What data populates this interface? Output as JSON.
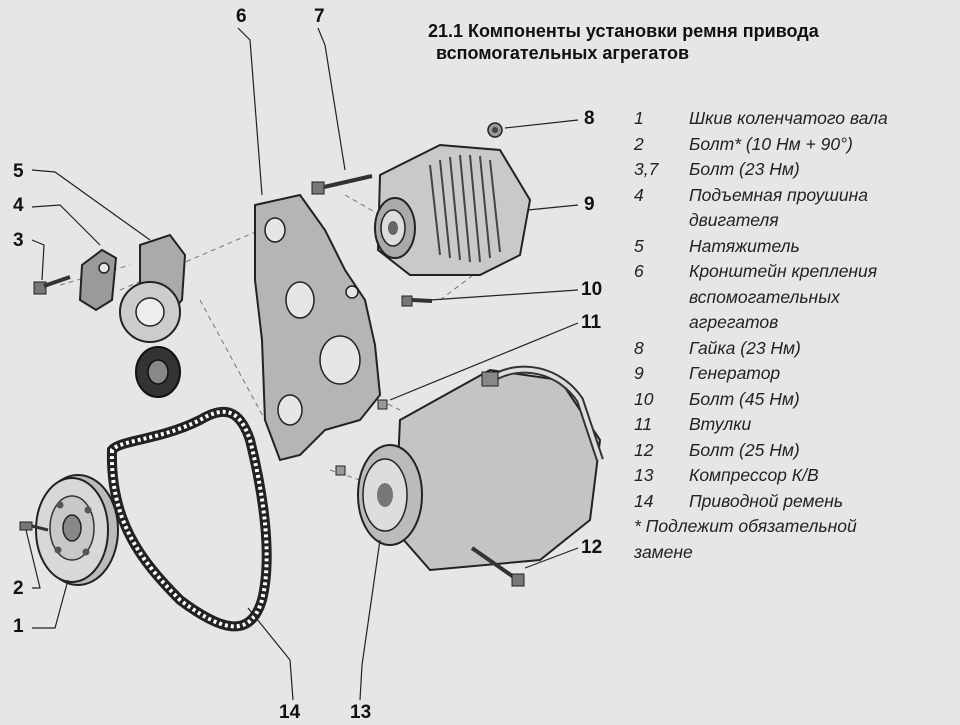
{
  "title": {
    "line1": "21.1 Компоненты установки ремня привода",
    "line2": "вспомогательных агрегатов"
  },
  "legend": [
    {
      "num": "1",
      "lines": [
        "Шкив коленчатого вала"
      ]
    },
    {
      "num": "2",
      "lines": [
        "Болт* (10 Нм + 90°)"
      ]
    },
    {
      "num": "3,7",
      "lines": [
        "Болт (23 Нм)"
      ]
    },
    {
      "num": "4",
      "lines": [
        "Подъемная проушина",
        "двигателя"
      ]
    },
    {
      "num": "5",
      "lines": [
        "Натяжитель"
      ]
    },
    {
      "num": "6",
      "lines": [
        "Кронштейн крепления",
        "вспомогательных",
        "агрегатов"
      ]
    },
    {
      "num": "8",
      "lines": [
        "Гайка (23 Нм)"
      ]
    },
    {
      "num": "9",
      "lines": [
        "Генератор"
      ]
    },
    {
      "num": "10",
      "lines": [
        "Болт (45 Нм)"
      ]
    },
    {
      "num": "11",
      "lines": [
        "Втулки"
      ]
    },
    {
      "num": "12",
      "lines": [
        "Болт (25 Нм)"
      ]
    },
    {
      "num": "13",
      "lines": [
        "Компрессор К/В"
      ]
    },
    {
      "num": "14",
      "lines": [
        "Приводной ремень"
      ]
    }
  ],
  "note": {
    "line1": "* Подлежит обязательной",
    "line2": "замене"
  },
  "callouts": {
    "c1": "1",
    "c2": "2",
    "c3": "3",
    "c4": "4",
    "c5": "5",
    "c6": "6",
    "c7": "7",
    "c8": "8",
    "c9": "9",
    "c10": "10",
    "c11": "11",
    "c12": "12",
    "c13": "13",
    "c14": "14"
  }
}
